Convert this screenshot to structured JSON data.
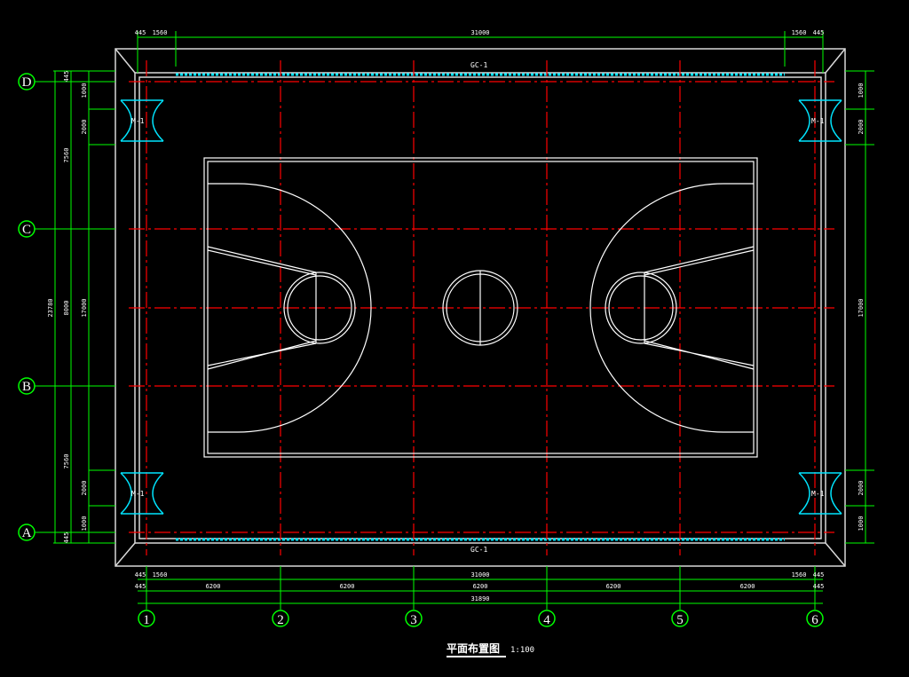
{
  "title": "平面布置图",
  "scale": "1:100",
  "axes_columns": [
    "1",
    "2",
    "3",
    "4",
    "5",
    "6"
  ],
  "axes_rows": [
    "D",
    "C",
    "B",
    "A"
  ],
  "labels": {
    "glass_curtain_top": "GC-1",
    "glass_curtain_bottom": "GC-1",
    "door": "M-1"
  },
  "dims_top": [
    "445",
    "1560",
    "31000",
    "1560",
    "445"
  ],
  "dims_bottom_1": [
    "445",
    "1560",
    "31000",
    "1560",
    "445"
  ],
  "dims_bottom_2": [
    "445",
    "6200",
    "6200",
    "6200",
    "6200",
    "6200",
    "445"
  ],
  "dims_bottom_total": "31890",
  "dims_left_outer": "23780",
  "dims_left_mid": [
    "445",
    "7560",
    "8000",
    "7560",
    "445"
  ],
  "dims_left_inner": [
    "1000",
    "2000",
    "17000",
    "2000",
    "1000"
  ],
  "dims_right": [
    "1000",
    "2000",
    "17000",
    "2000",
    "1000"
  ],
  "colors": {
    "grid": "#ff0000",
    "dim": "#00ff00",
    "wall": "#ffffff",
    "glass": "#00e5ff"
  }
}
